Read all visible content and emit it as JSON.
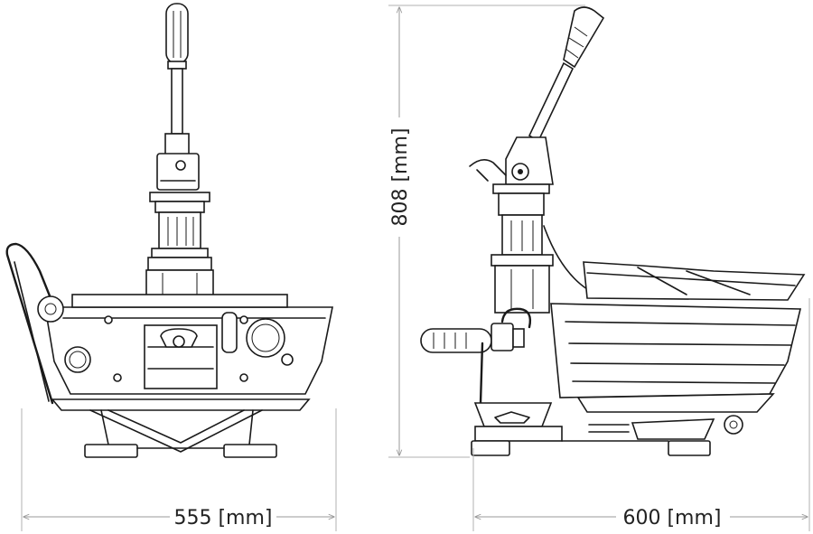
{
  "dimensions": {
    "width_front": "555 [mm]",
    "depth_side": "600 [mm]",
    "height": "808 [mm]"
  },
  "colors": {
    "line": "#1a1a1a",
    "dimension_line": "#9a9a9a",
    "background": "#ffffff"
  }
}
